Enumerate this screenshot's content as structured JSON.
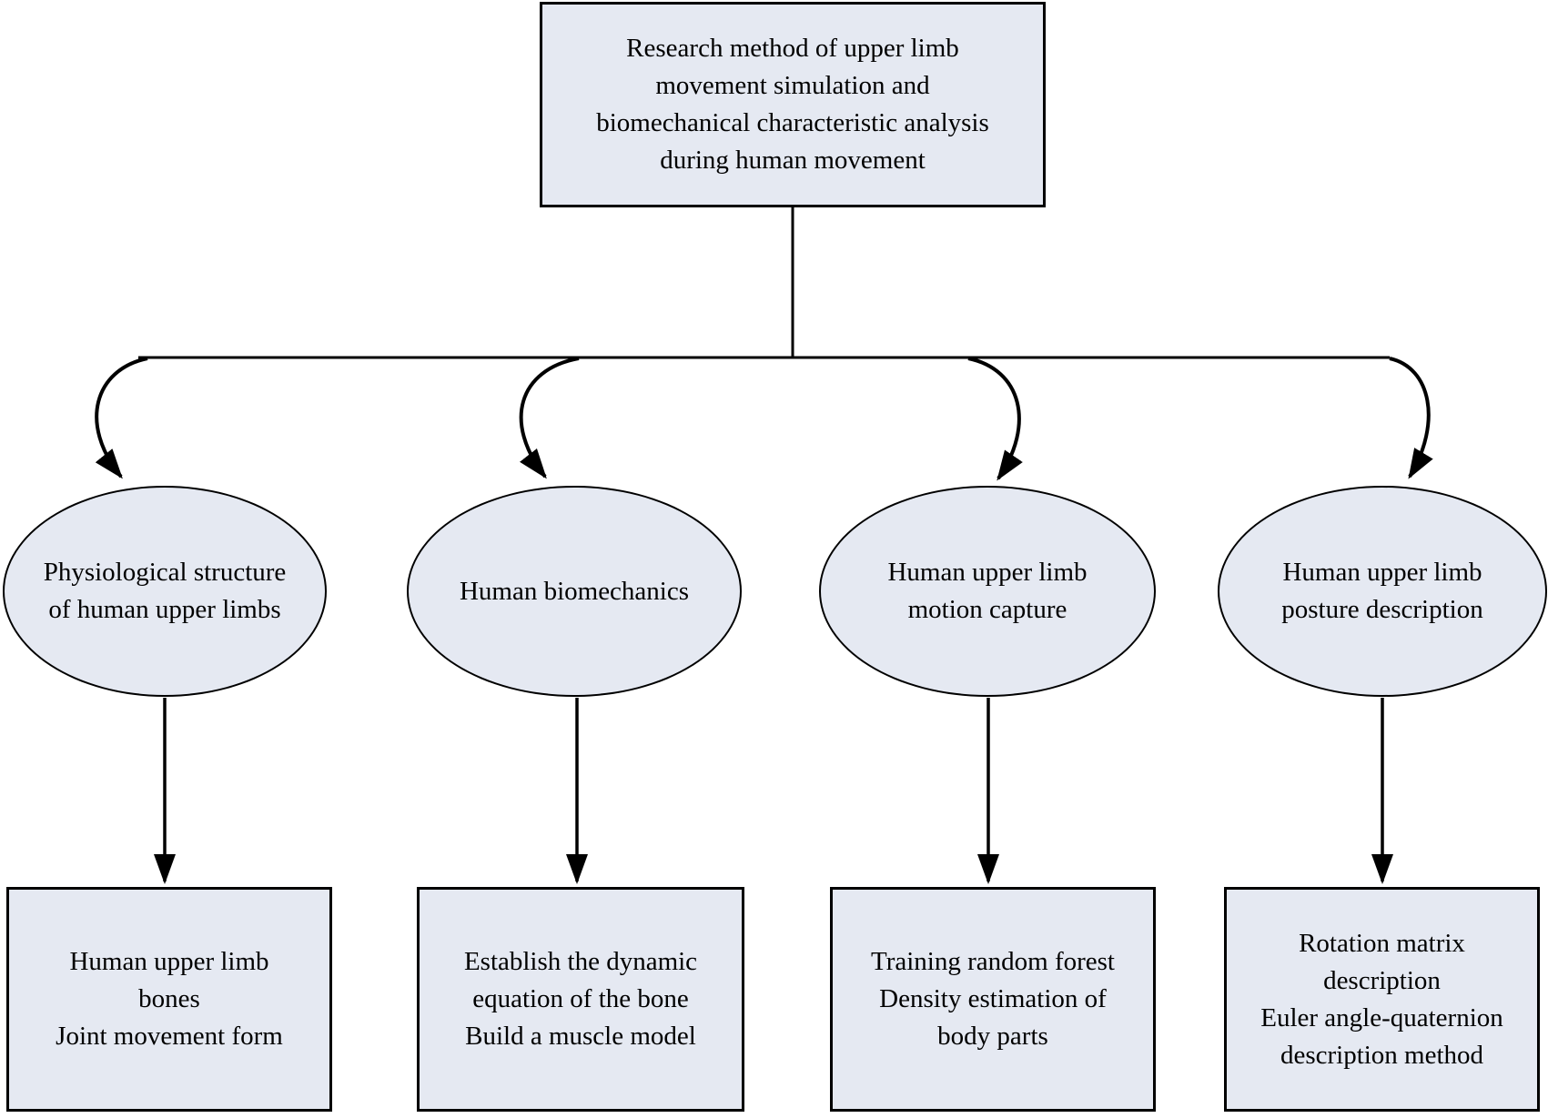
{
  "figure": {
    "background_color": "#ffffff",
    "stroke_color": "#000000",
    "shape_fill_color": "#e5e9f2",
    "root": {
      "text": "Research method of upper limb\nmovement simulation and\nbiomechanical characteristic analysis\nduring human movement"
    },
    "branches": [
      {
        "topic": {
          "text": "Physiological structure\nof human upper limbs"
        },
        "detail": {
          "text": "Human upper limb\nbones\nJoint movement form"
        }
      },
      {
        "topic": {
          "text": "Human biomechanics"
        },
        "detail": {
          "text": "Establish the dynamic\nequation of the bone\nBuild a muscle model"
        }
      },
      {
        "topic": {
          "text": "Human upper limb\nmotion capture"
        },
        "detail": {
          "text": "Training random forest\nDensity estimation of\nbody parts"
        }
      },
      {
        "topic": {
          "text": "Human upper limb\nposture description"
        },
        "detail": {
          "text": "Rotation matrix\ndescription\nEuler angle-quaternion\ndescription method"
        }
      }
    ]
  }
}
